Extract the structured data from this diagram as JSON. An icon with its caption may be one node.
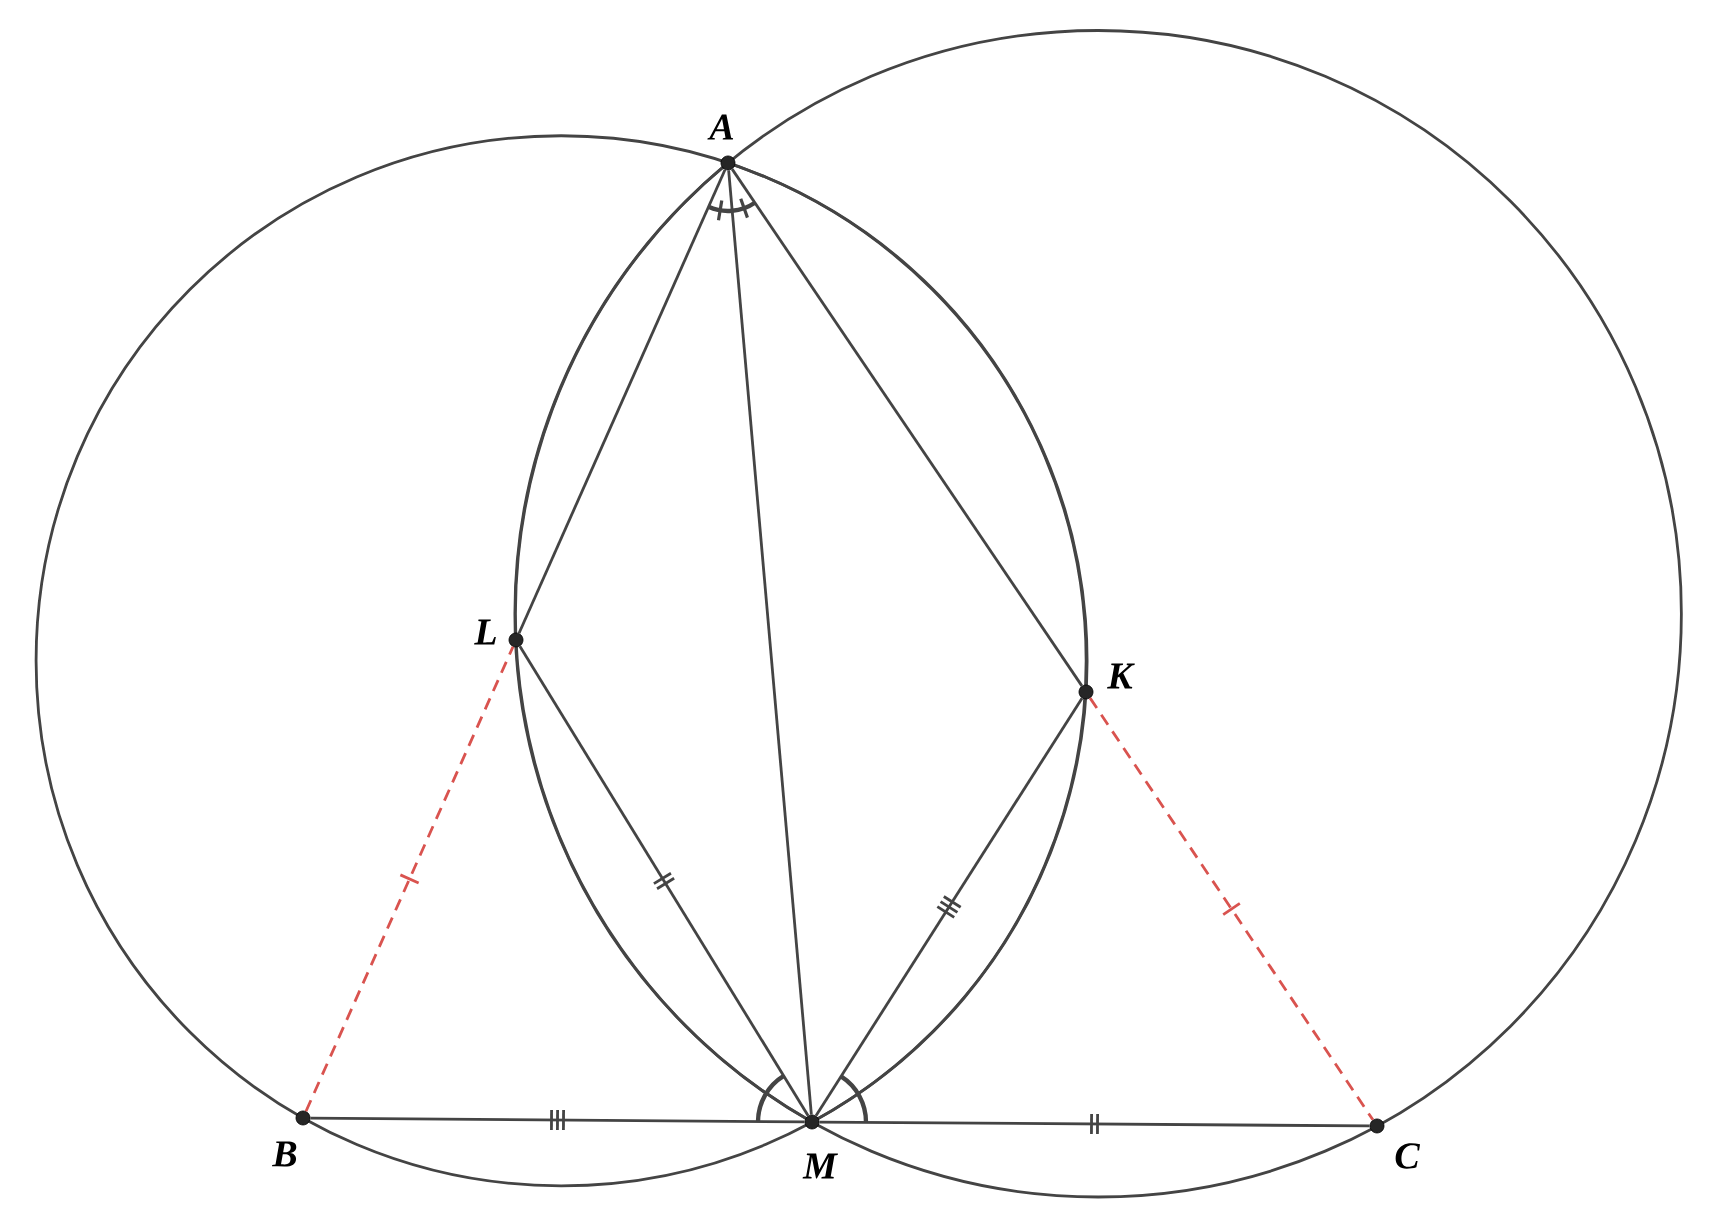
{
  "diagram": {
    "nodes": [
      {
        "text": [
          "A"
        ]
      },
      {
        "text": [
          "L"
        ]
      },
      {
        "text": [
          "K"
        ]
      },
      {
        "text": [
          "B"
        ]
      },
      {
        "text": [
          "M"
        ]
      },
      {
        "text": [
          "C"
        ]
      }
    ],
    "edges": [
      {
        "from": 0,
        "to": 1,
        "arrow": "none"
      },
      {
        "from": 0,
        "to": 4,
        "arrow": "none"
      },
      {
        "from": 0,
        "to": 2,
        "arrow": "none"
      },
      {
        "from": 1,
        "to": 4,
        "arrow": "none"
      },
      {
        "from": 2,
        "to": 4,
        "arrow": "none"
      },
      {
        "from": 3,
        "to": 4,
        "arrow": "none"
      },
      {
        "from": 4,
        "to": 5,
        "arrow": "none"
      },
      {
        "from": 3,
        "to": 1,
        "arrow": "none",
        "style": "dashed",
        "color": "#d9534f"
      },
      {
        "from": 2,
        "to": 5,
        "arrow": "none",
        "style": "dashed",
        "color": "#d9534f"
      }
    ]
  }
}
